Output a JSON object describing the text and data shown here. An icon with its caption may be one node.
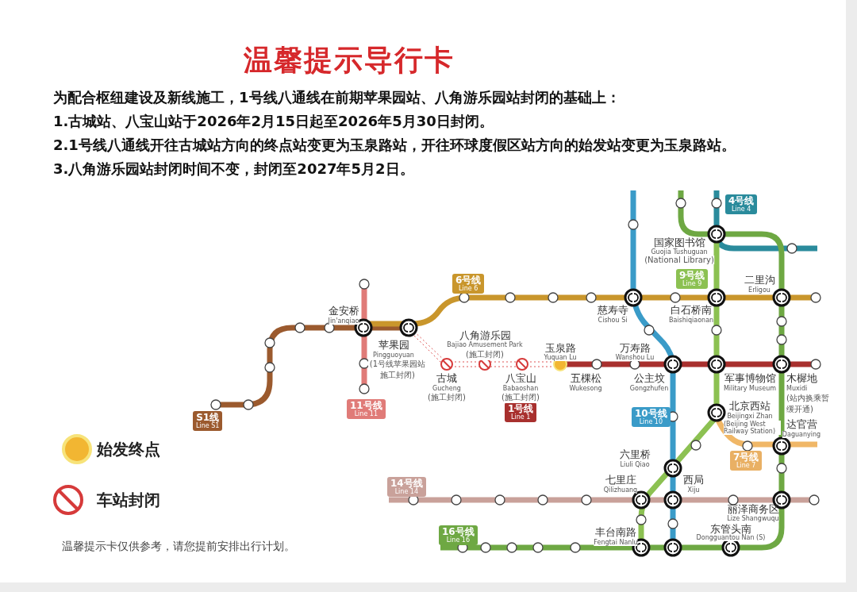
{
  "diagram": {
    "title": "温馨提示导行卡",
    "nodes": [
      {
        "text": [
          "6号线",
          "Line 6"
        ]
      },
      {
        "text": [
          "11号线",
          "Line 11"
        ]
      },
      {
        "text": [
          "1号线",
          "Line 1"
        ]
      },
      {
        "text": [
          "S1线",
          "Line S1"
        ]
      },
      {
        "text": [
          "4号线",
          "Line 4"
        ]
      },
      {
        "text": [
          "9号线",
          "Line 9"
        ]
      },
      {
        "text": [
          "10号线",
          "Line 10"
        ]
      },
      {
        "text": [
          "7号线",
          "Line 7"
        ]
      },
      {
        "text": [
          "14号线",
          "Line 14"
        ]
      },
      {
        "text": [
          "16号线",
          "Line 16"
        ]
      }
    ],
    "labels": [
      "为配合枢纽建设及新线施工，1号线八通线在前期苹果园站、八角游乐园站封闭的基础上：",
      "1.古城站、八宝山站于2026年2月15日起至2026年5月30日封闭。",
      "2.1号线八通线开往古城站方向的终点站变更为玉泉路站，开往环球度假区站方向的始发站变更为玉泉路站。",
      "3.八角游乐园站封闭时间不变，封闭至2027年5月2日。",
      "国家图书馆",
      "Guojia Tushuguan",
      "(National Library)",
      "二里沟",
      "Erligou",
      "金安桥",
      "Jin'anqiao",
      "慈寿寺",
      "Cishou Si",
      "白石桥南",
      "Baishiqiaonan",
      "苹果园",
      "Pingguoyuan",
      "(1号线苹果园站施工封闭)",
      "八角游乐园",
      "Bajiao Amusement Park",
      "(施工封闭)",
      "玉泉路",
      "Yuquan Lu",
      "万寿路",
      "Wanshou Lu",
      "古城",
      "Gucheng",
      "(施工封闭)",
      "八宝山",
      "Babaoshan",
      "(施工封闭)",
      "五棵松",
      "Wukesong",
      "公主坟",
      "Gongzhufen",
      "军事博物馆",
      "Military Museum",
      "木樨地",
      "Muxidi",
      "(站内换乘暂缓开通)",
      "北京西站",
      "Beijingxi Zhan",
      "(Beijing West Railway Station)",
      "达官营",
      "Daguanying",
      "六里桥",
      "Liuli Qiao",
      "七里庄",
      "Qilizhuang",
      "西局",
      "Xiju",
      "丽泽商务区",
      "Lize Shangwuqu",
      "丰台南路",
      "Fengtai Nanlu",
      "东管头南",
      "Dongguantou Nan (S)",
      "温馨提示卡仅供参考，请您提前安排出行计划。"
    ],
    "legend": [
      {
        "text": "始发终点"
      },
      {
        "text": "车站封闭"
      }
    ]
  }
}
